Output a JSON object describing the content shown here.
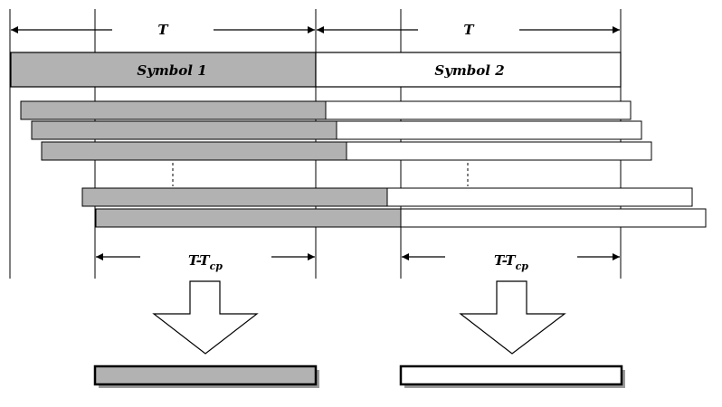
{
  "labels": {
    "period_left": "T",
    "period_right": "T",
    "symbol_1": "Symbol 1",
    "symbol_2": "Symbol 2",
    "window_left_main": "T-T",
    "window_left_sub": "cp",
    "window_right_main": "T-T",
    "window_right_sub": "cp"
  },
  "colors": {
    "symbol_1_fill": "#b2b2b2",
    "symbol_2_fill": "#ffffff",
    "stroke": "#000000",
    "shadow": "#9a9a9a"
  },
  "delayed_copies": {
    "shown_before_ellipsis": 3,
    "shown_after_ellipsis": 2
  }
}
